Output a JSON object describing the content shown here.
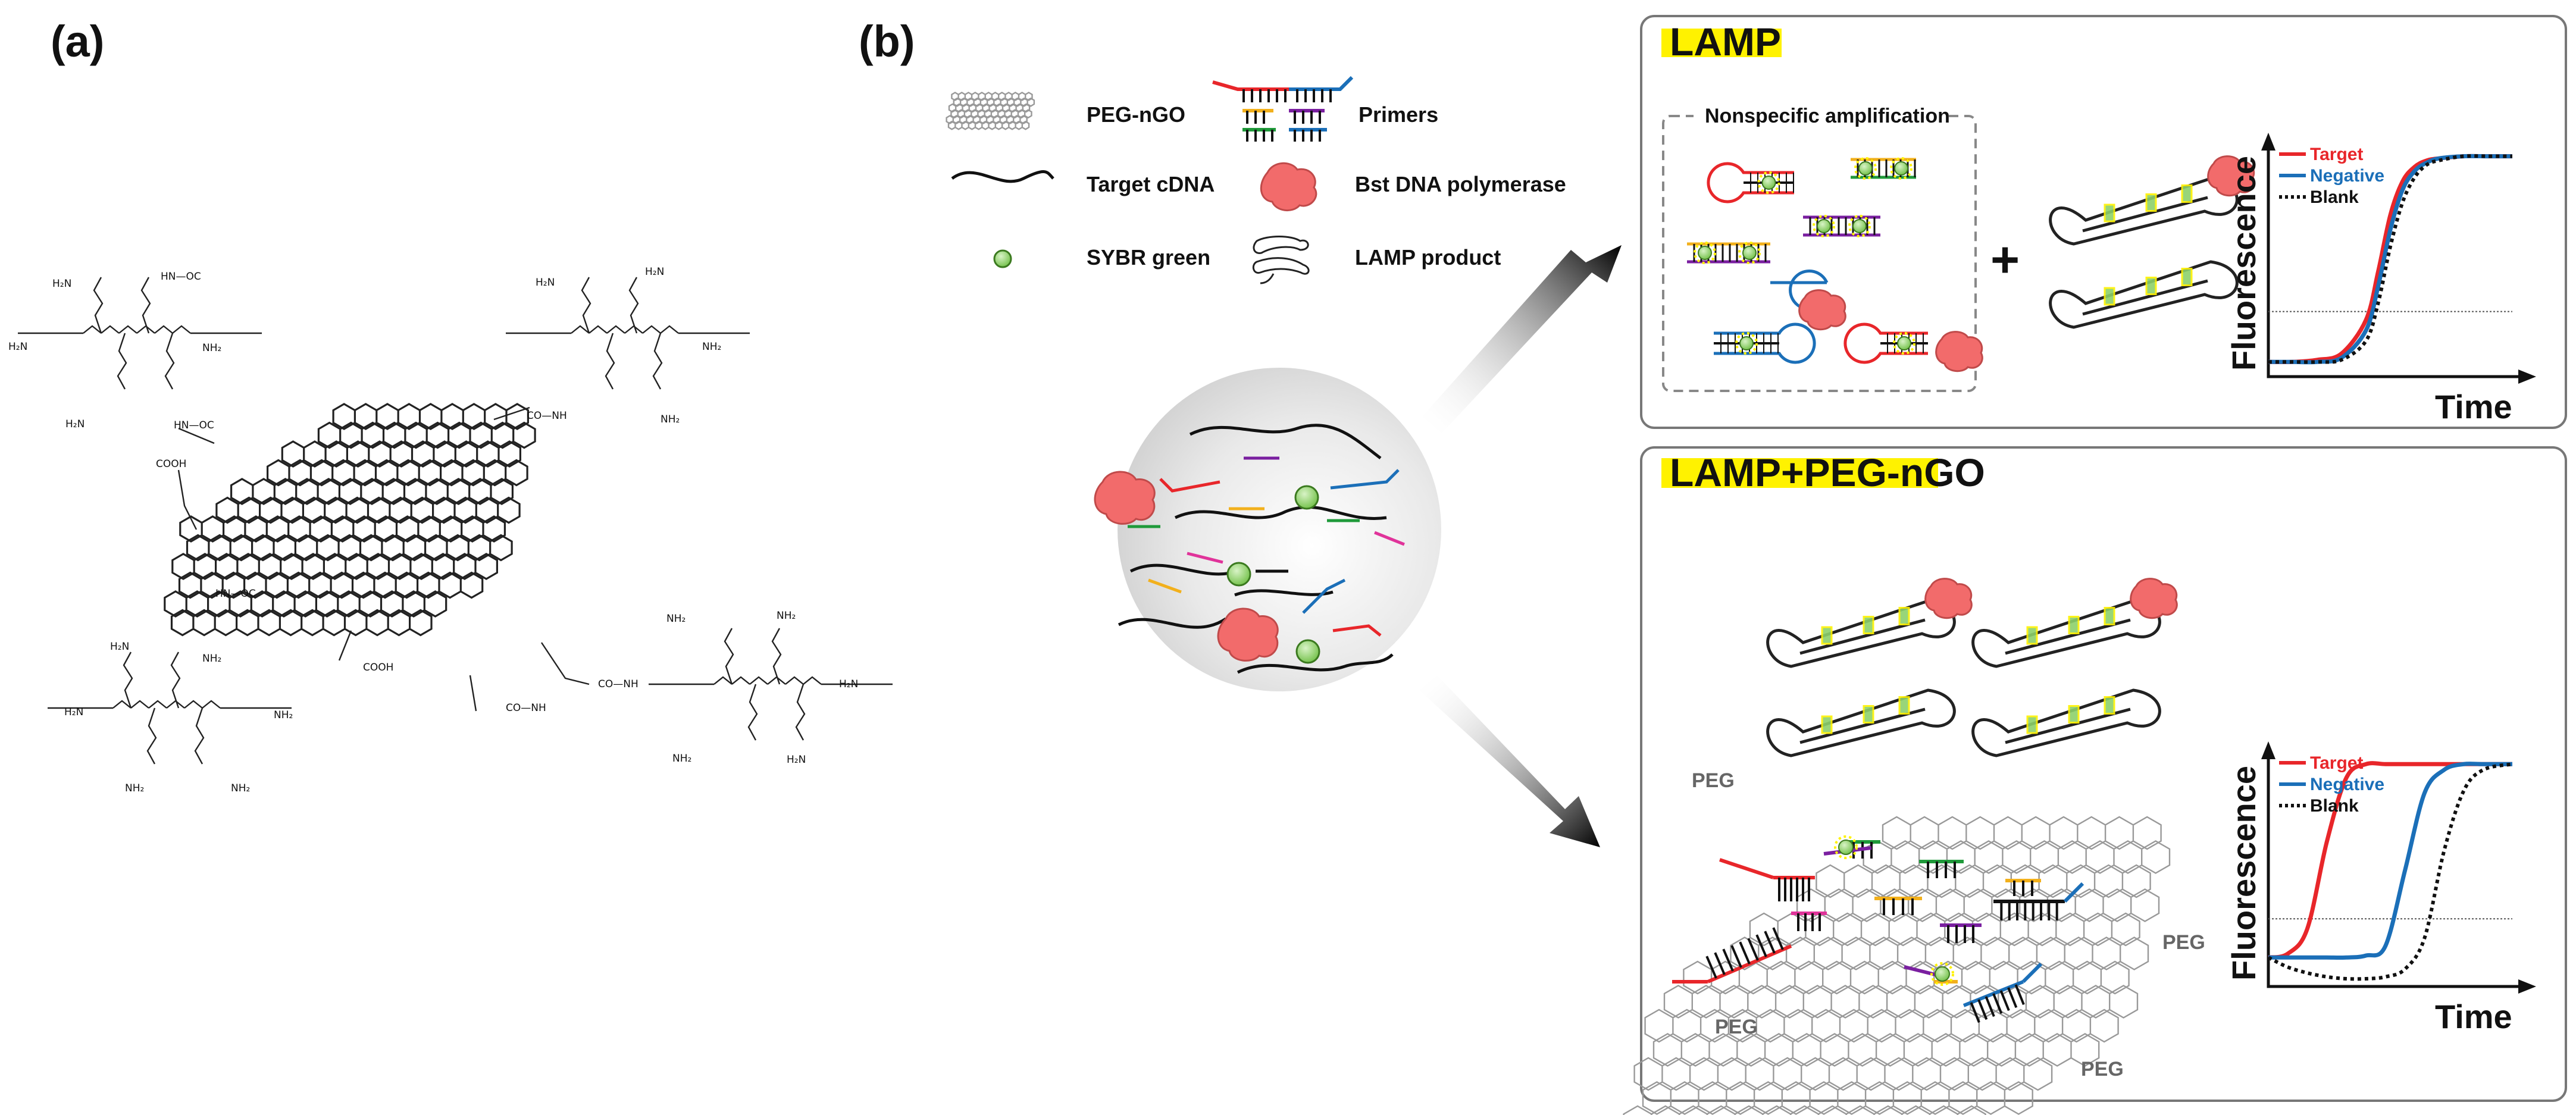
{
  "panels": {
    "a_label": "(a)",
    "b_label": "(b)"
  },
  "chem_labels": {
    "l1": "H₂N",
    "l2": "HN—OC",
    "l3": "H₂N",
    "l4": "NH₂",
    "l5": "H₂N",
    "l6": "HN—OC",
    "l7": "H₂N",
    "l8": "H₂N",
    "l9": "NH₂",
    "l10": "CO—NH",
    "l11": "NH₂",
    "l12": "COOH",
    "l13": "HN—OC",
    "l14": "COOH",
    "l15": "CO—NH",
    "l16": "H₂N",
    "l17": "NH₂",
    "l18": "H₂N",
    "l19": "NH₂",
    "l20": "CO—NH",
    "l21": "NH₂",
    "l22": "NH₂",
    "l23": "H₂N",
    "l24": "NH₂",
    "l25": "H₂N",
    "l26": "NH₂",
    "l27": "NH₂"
  },
  "legend": {
    "peg_ngo": "PEG-nGO",
    "primers": "Primers",
    "target_cdna": "Target cDNA",
    "polymerase": "Bst DNA polymerase",
    "sybr": "SYBR green",
    "lamp_product": "LAMP product"
  },
  "lamp_box": {
    "title": "LAMP",
    "nonspecific": "Nonspecific amplification",
    "plus": "+"
  },
  "lamp_peg_box": {
    "title": "LAMP+PEG-nGO",
    "peg_labels": [
      "PEG",
      "PEG",
      "PEG",
      "PEG"
    ]
  },
  "colors": {
    "target": "#e8262a",
    "negative": "#1b6fb8",
    "blank": "#111111",
    "highlight": "#fff200",
    "polymerase": "#f26b6b",
    "sybr": "#8dd16b",
    "primer_green": "#1f9a3a",
    "primer_purple": "#7a1fa0",
    "primer_yellow": "#f2b01c",
    "primer_pink": "#e0339a"
  },
  "chart_data": [
    {
      "type": "line",
      "title": "",
      "xlabel": "Time",
      "ylabel": "Fluorescence",
      "legend": "top-left",
      "threshold": 0.26,
      "x": [
        0,
        0.1,
        0.2,
        0.3,
        0.4,
        0.45,
        0.5,
        0.55,
        0.6,
        0.65,
        0.7,
        0.8,
        0.9,
        1.0
      ],
      "series": [
        {
          "name": "Target",
          "style": "solid",
          "values": [
            0.02,
            0.02,
            0.03,
            0.06,
            0.22,
            0.45,
            0.72,
            0.88,
            0.95,
            0.98,
            0.99,
            1.0,
            1.0,
            1.0
          ]
        },
        {
          "name": "Negative",
          "style": "solid",
          "values": [
            0.02,
            0.02,
            0.02,
            0.04,
            0.17,
            0.38,
            0.65,
            0.84,
            0.93,
            0.97,
            0.99,
            1.0,
            1.0,
            1.0
          ]
        },
        {
          "name": "Blank",
          "style": "dotted",
          "values": [
            0.02,
            0.02,
            0.02,
            0.03,
            0.12,
            0.3,
            0.57,
            0.78,
            0.9,
            0.96,
            0.98,
            1.0,
            1.0,
            1.0
          ]
        }
      ]
    },
    {
      "type": "line",
      "title": "",
      "xlabel": "Time",
      "ylabel": "Fluorescence",
      "legend": "top-left",
      "threshold": 0.2,
      "x": [
        0,
        0.08,
        0.16,
        0.24,
        0.32,
        0.4,
        0.48,
        0.56,
        0.64,
        0.72,
        0.8,
        0.88,
        1.0
      ],
      "series": [
        {
          "name": "Target",
          "style": "solid",
          "values": [
            0.0,
            0.02,
            0.15,
            0.6,
            0.93,
            1.0,
            1.0,
            1.0,
            1.0,
            1.0,
            1.0,
            1.0,
            1.0
          ]
        },
        {
          "name": "Negative",
          "style": "solid",
          "values": [
            0.0,
            0.0,
            0.0,
            0.0,
            0.0,
            0.01,
            0.06,
            0.45,
            0.85,
            0.97,
            1.0,
            1.0,
            1.0
          ]
        },
        {
          "name": "Blank",
          "style": "dotted",
          "values": [
            0.0,
            -0.05,
            -0.08,
            -0.1,
            -0.11,
            -0.11,
            -0.1,
            -0.06,
            0.1,
            0.55,
            0.86,
            0.97,
            1.0
          ]
        }
      ]
    }
  ]
}
